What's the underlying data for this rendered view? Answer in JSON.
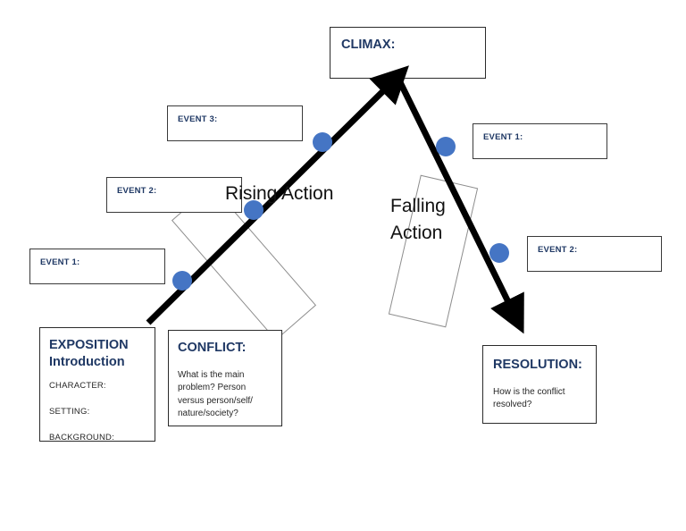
{
  "diagram": {
    "title_boxes": {
      "climax": {
        "label": "CLIMAX:"
      },
      "exposition": {
        "heading_line1": "EXPOSITION",
        "heading_line2": "Introduction",
        "items": [
          "CHARACTER:",
          "SETTING:",
          "BACKGROUND:"
        ]
      },
      "conflict": {
        "heading": "CONFLICT:",
        "body": "What is the main problem? Person versus person/self/ nature/society?"
      },
      "resolution": {
        "heading": "RESOLUTION:",
        "body": "How is the conflict resolved?"
      }
    },
    "stage_labels": {
      "rising": "Rising Action",
      "falling": "Falling\nAction"
    },
    "rising_events": [
      {
        "label": "EVENT 1:"
      },
      {
        "label": "EVENT 2:"
      },
      {
        "label": "EVENT 3:"
      }
    ],
    "falling_events": [
      {
        "label": "EVENT 1:"
      },
      {
        "label": "EVENT 2:"
      }
    ],
    "colors": {
      "heading_blue": "#1f3864",
      "marker_blue": "#4575c4",
      "line_black": "#000000",
      "box_border": "#3a3a3a",
      "tilt_border": "#8d8d8d"
    },
    "markers": {
      "count": 5,
      "radius": 11
    }
  }
}
